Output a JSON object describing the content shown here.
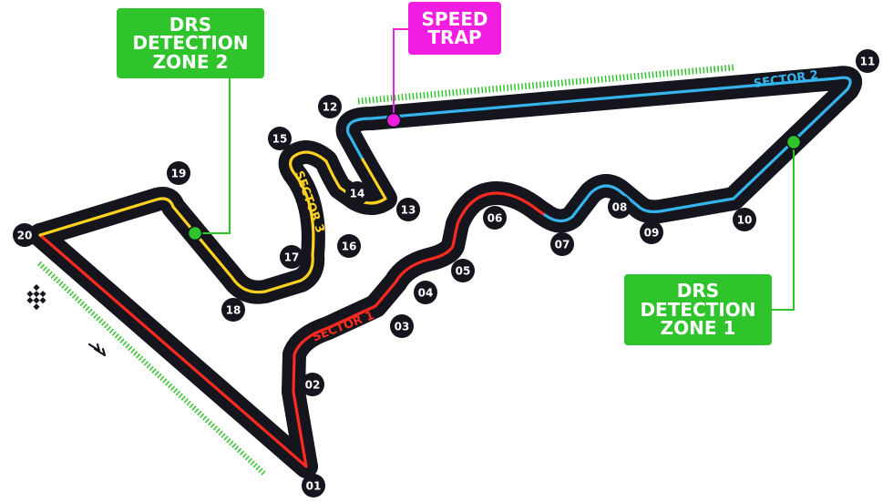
{
  "colors": {
    "track": "#15151e",
    "sector1": "#ff2a1f",
    "sector2": "#35b4ec",
    "sector3": "#ffd21f",
    "drs": "#2fc32c",
    "speed_trap": "#f11ee2",
    "marker": "#15151e",
    "label_text": "#ffffff"
  },
  "corners": [
    "01",
    "02",
    "03",
    "04",
    "05",
    "06",
    "07",
    "08",
    "09",
    "10",
    "11",
    "12",
    "13",
    "14",
    "15",
    "16",
    "17",
    "18",
    "19",
    "20"
  ],
  "sectors": {
    "sector1": "SECTOR 1",
    "sector2": "SECTOR 2",
    "sector3": "SECTOR 3"
  },
  "callouts": {
    "drs_zone_2": [
      "DRS",
      "DETECTION",
      "ZONE 2"
    ],
    "speed_trap": [
      "SPEED",
      "TRAP"
    ],
    "drs_zone_1": [
      "DRS",
      "DETECTION",
      "ZONE 1"
    ]
  },
  "icons": [
    "chequered-flag-icon",
    "direction-chevrons-icon"
  ]
}
